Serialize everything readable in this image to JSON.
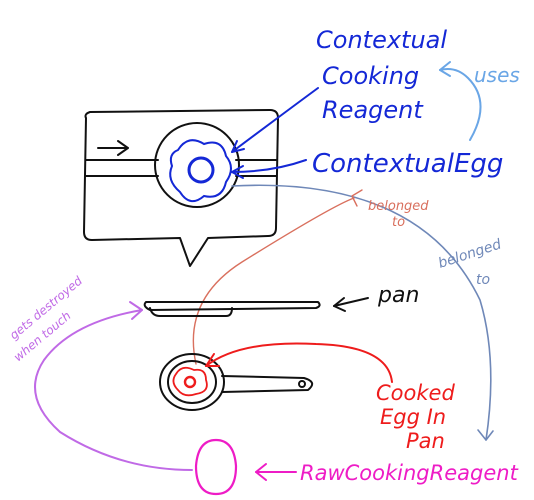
{
  "labels": {
    "contextual_cooking_reagent": [
      "Contextual",
      "Cooking",
      "Reagent"
    ],
    "uses": "uses",
    "contextual_egg": "ContextualEgg",
    "belonged_to_1": [
      "belonged",
      "to"
    ],
    "belonged_to_2": [
      "belonged",
      "to"
    ],
    "pan": "pan",
    "gets_destroyed": [
      "gets destroyed",
      "when touch"
    ],
    "cooked_egg_in_pan": [
      "Cooked",
      "Egg In",
      "Pan"
    ],
    "raw_cooking_reagent": "RawCookingReagent"
  },
  "colors": {
    "blue": "#1428d6",
    "light_blue": "#6aa6e6",
    "steel_blue": "#6f88b8",
    "salmon": "#d9705e",
    "red": "#ee1c1c",
    "purple": "#c06ae6",
    "magenta": "#ee1cc6",
    "black": "#111111"
  }
}
